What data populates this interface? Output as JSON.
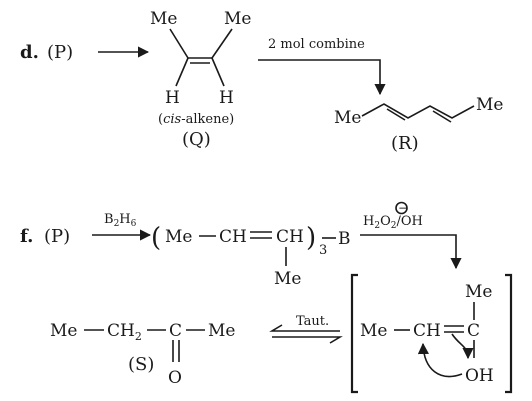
{
  "part_d": {
    "label": "d.",
    "reactant": "(P)",
    "q_sub_left": "Me",
    "q_sub_right": "Me",
    "q_h_left": "H",
    "q_h_right": "H",
    "q_note_open": "(",
    "q_note_cis": "cis",
    "q_note_rest": "-alkene)",
    "q_label": "(Q)",
    "condition": "2 mol combine",
    "r_left": "Me",
    "r_right": "Me",
    "r_label": "(R)"
  },
  "part_f": {
    "label": "f.",
    "reactant": "(P)",
    "reagent_1_main": "B",
    "reagent_1_sub2": "2",
    "reagent_1_h": "H",
    "reagent_1_sub6": "6",
    "borane_paren_open": "(",
    "borane_me": "Me",
    "borane_ch": "CH",
    "borane_ch2": "CH",
    "borane_paren_close": ")",
    "borane_sub": "3",
    "borane_b": "B",
    "borane_me_down": "Me",
    "reagent_2_h": "H",
    "reagent_2_sub2a": "2",
    "reagent_2_o": "O",
    "reagent_2_sub2b": "2",
    "reagent_2_slash": "/",
    "reagent_2_oh": "OH",
    "reagent_2_charge": "−",
    "enol_me": "Me",
    "enol_ch": "CH",
    "enol_c": "C",
    "enol_me_top": "Me",
    "enol_oh": "OH",
    "equilibrium_label": "Taut.",
    "ketone_me_left": "Me",
    "ketone_ch": "CH",
    "ketone_ch_sub": "2",
    "ketone_c": "C",
    "ketone_me_right": "Me",
    "ketone_o": "O",
    "ketone_label": "(S)"
  }
}
